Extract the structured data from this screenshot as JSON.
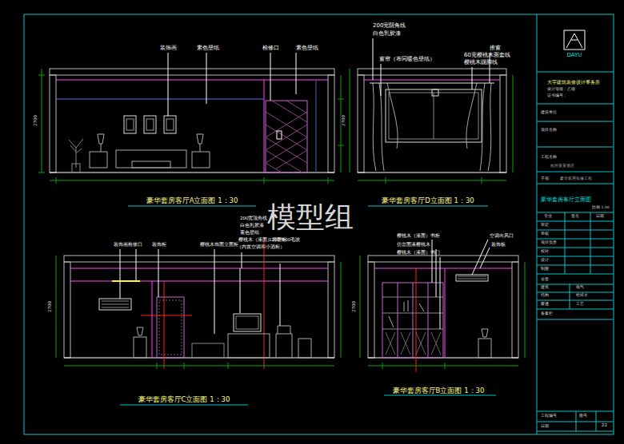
{
  "diagram": {
    "labels": [
      "装饰画",
      "素色壁纸",
      "检修口",
      "素色壁纸",
      "豪华套房客厅A立面图 1：30",
      "2700",
      "200宽阴角线",
      "白色乳胶漆",
      "窗帘（布同暖色壁纸）",
      "推窗",
      "60宽樱桃木面套线",
      "樱桃木踢脚线",
      "豪华套房客厅D立面图 1：30",
      "2700",
      "200宽顶角线",
      "白色乳胶漆",
      "素色壁纸",
      "樱桃木（漆面）背面柜",
      "（内置空调和小酒柜）",
      "1200*600毛玻",
      "装饰画",
      "检修口",
      "装饰柜",
      "樱桃木饰面立面柜",
      "豪华套房客厅C立面图 1：30",
      "2700",
      "樱桃木（漆面）书柜",
      "仿古面漆樱桃木",
      "樱桃木（漆面）书门",
      "空调出风口",
      "装饰板",
      "豪华套房客厅B立面图 1：30",
      "2700",
      "模型组",
      "DAYU",
      "大宇建筑装修设计事务所",
      "设计等级：乙级",
      "证书编号：",
      "建设单位",
      "项目名称",
      "工程名称",
      "杭州某某酒店",
      "子项",
      "豪华套房装修工程",
      "豪华套房客厅立面图",
      "比例 1:30",
      "专业",
      "签名",
      "日期",
      "审定",
      "审核",
      "项目负责",
      "校对",
      "设计",
      "制图",
      "会签",
      "建筑",
      "电气",
      "结构",
      "给排水",
      "暖通",
      "工艺",
      "备案栏",
      "工程编号",
      "图号",
      "22",
      "日期"
    ]
  }
}
